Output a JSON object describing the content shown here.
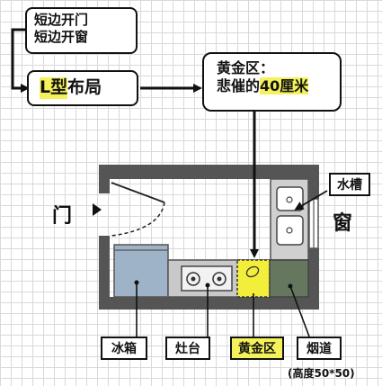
{
  "notes": {
    "line1": "短边开门",
    "line2": "短边开窗"
  },
  "layout_box": {
    "hl": "L型",
    "rest": "布局"
  },
  "golden_box": {
    "line1": "黄金区：",
    "line2_pre": "悲催的",
    "line2_hl": "40厘米"
  },
  "plan": {
    "door": "门",
    "window": "窗"
  },
  "labels": {
    "sink": "水槽",
    "fridge": "冰箱",
    "stove": "灶台",
    "golden": "黄金区",
    "flue": "烟道"
  },
  "footnote": "(高度50*50)",
  "colors": {
    "wall": "#555555",
    "fridge": "#9fb3c8",
    "counter": "#c9c9c9",
    "golden": "#f2ee3a",
    "flue": "#66775f",
    "sink": "#b9b9b9",
    "highlight": "#f4f15a"
  }
}
